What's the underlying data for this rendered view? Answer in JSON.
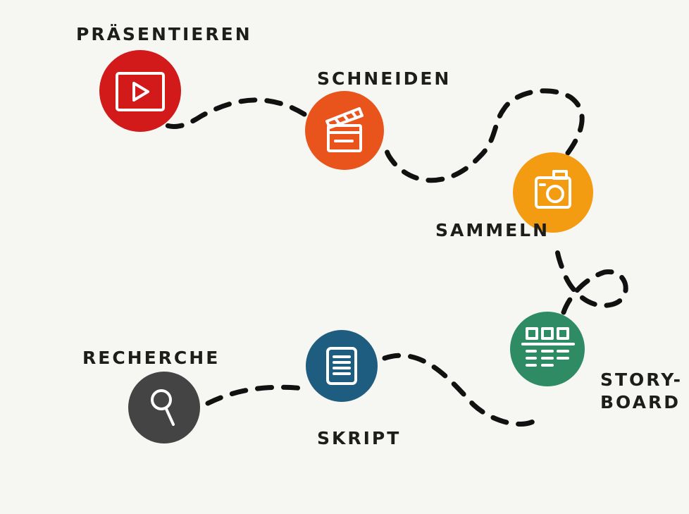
{
  "colors": {
    "background": "#f6f6f2",
    "path": "#111111",
    "label": "#1d1d1b",
    "icon_stroke": "#ffffff"
  },
  "steps": [
    {
      "label": "RECHERCHE",
      "icon": "magnifier-icon",
      "color": "#444444"
    },
    {
      "label": "SKRIPT",
      "icon": "document-icon",
      "color": "#1e5d80"
    },
    {
      "label": "STORY-",
      "label_line2": "BOARD",
      "icon": "storyboard-icon",
      "color": "#2e8b63"
    },
    {
      "label": "SAMMELN",
      "icon": "camera-icon",
      "color": "#f39c12"
    },
    {
      "label": "SCHNEIDEN",
      "icon": "clapperboard-icon",
      "color": "#e9541c"
    },
    {
      "label": "PRÄSENTIEREN",
      "icon": "video-play-icon",
      "color": "#d21a1a"
    }
  ]
}
